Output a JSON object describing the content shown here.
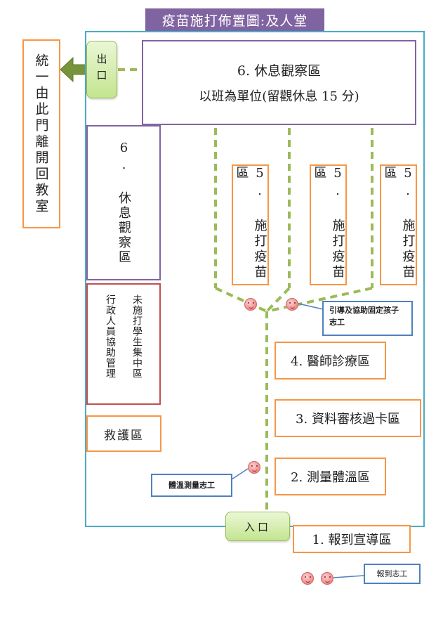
{
  "title": "疫苗施打佈置圖:及人堂",
  "exit": {
    "label": "出口",
    "note": "統一由此門離開回教室"
  },
  "entrance": {
    "label": "入口"
  },
  "observation_main": {
    "line1": "6. 休息觀察區",
    "line2": "以班為單位(留觀休息 15 分)"
  },
  "observation_side": {
    "label": "6. 休息觀察區"
  },
  "vaccination_zones": [
    {
      "label": "5. 施打疫苗區"
    },
    {
      "label": "5. 施打疫苗區"
    },
    {
      "label": "5. 施打疫苗區"
    }
  ],
  "holding_area": {
    "col_right": "未施打學生集中區",
    "col_left": "行政人員協助管理"
  },
  "first_aid": {
    "label": "救護區"
  },
  "doctor": {
    "label": "4. 醫師診療區"
  },
  "verify": {
    "label": "3. 資料審核過卡區"
  },
  "temperature": {
    "label": "2. 測量體溫區"
  },
  "report": {
    "label": "1. 報到宣導區"
  },
  "volunteers": {
    "guide": "引導及協助固定孩子志工",
    "temperature": "體溫測量志工",
    "report": "報到志工"
  },
  "colors": {
    "title_bg": "#8064a2",
    "hall_border": "#4bacc6",
    "zone_border": "#f79646",
    "rest_border": "#8064a2",
    "holding_border": "#c0504d",
    "path_line": "#9bbb59",
    "callout_border": "#4f81bd"
  },
  "icons": [
    "smiley-face-icon",
    "left-arrow-icon"
  ]
}
